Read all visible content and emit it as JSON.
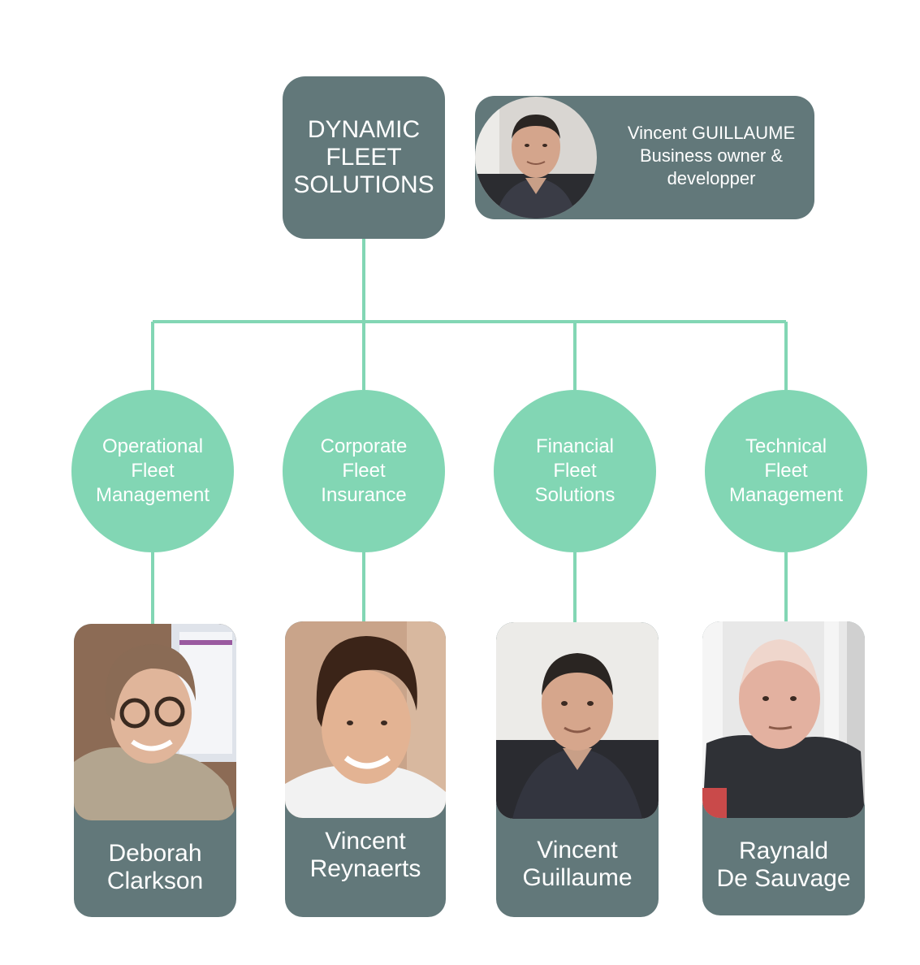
{
  "company": {
    "title_lines": [
      "DYNAMIC",
      "FLEET",
      "SOLUTIONS"
    ]
  },
  "owner": {
    "name": "Vincent GUILLAUME",
    "role_line1": "Business owner &",
    "role_line2": "developper"
  },
  "departments": [
    {
      "label_lines": [
        "Operational",
        "Fleet",
        "Management"
      ]
    },
    {
      "label_lines": [
        "Corporate",
        "Fleet",
        "Insurance"
      ]
    },
    {
      "label_lines": [
        "Financial",
        "Fleet",
        "Solutions"
      ]
    },
    {
      "label_lines": [
        "Technical",
        "Fleet",
        "Management"
      ]
    }
  ],
  "people": [
    {
      "name_lines": [
        "Deborah",
        "Clarkson"
      ]
    },
    {
      "name_lines": [
        "Vincent",
        "Reynaerts"
      ]
    },
    {
      "name_lines": [
        "Vincent",
        "Guillaume"
      ]
    },
    {
      "name_lines": [
        "Raynald",
        "De Sauvage"
      ]
    }
  ],
  "colors": {
    "box_fill": "#62787a",
    "circle_fill": "#82d6b4",
    "connector": "#82d6b4",
    "text": "#ffffff"
  }
}
